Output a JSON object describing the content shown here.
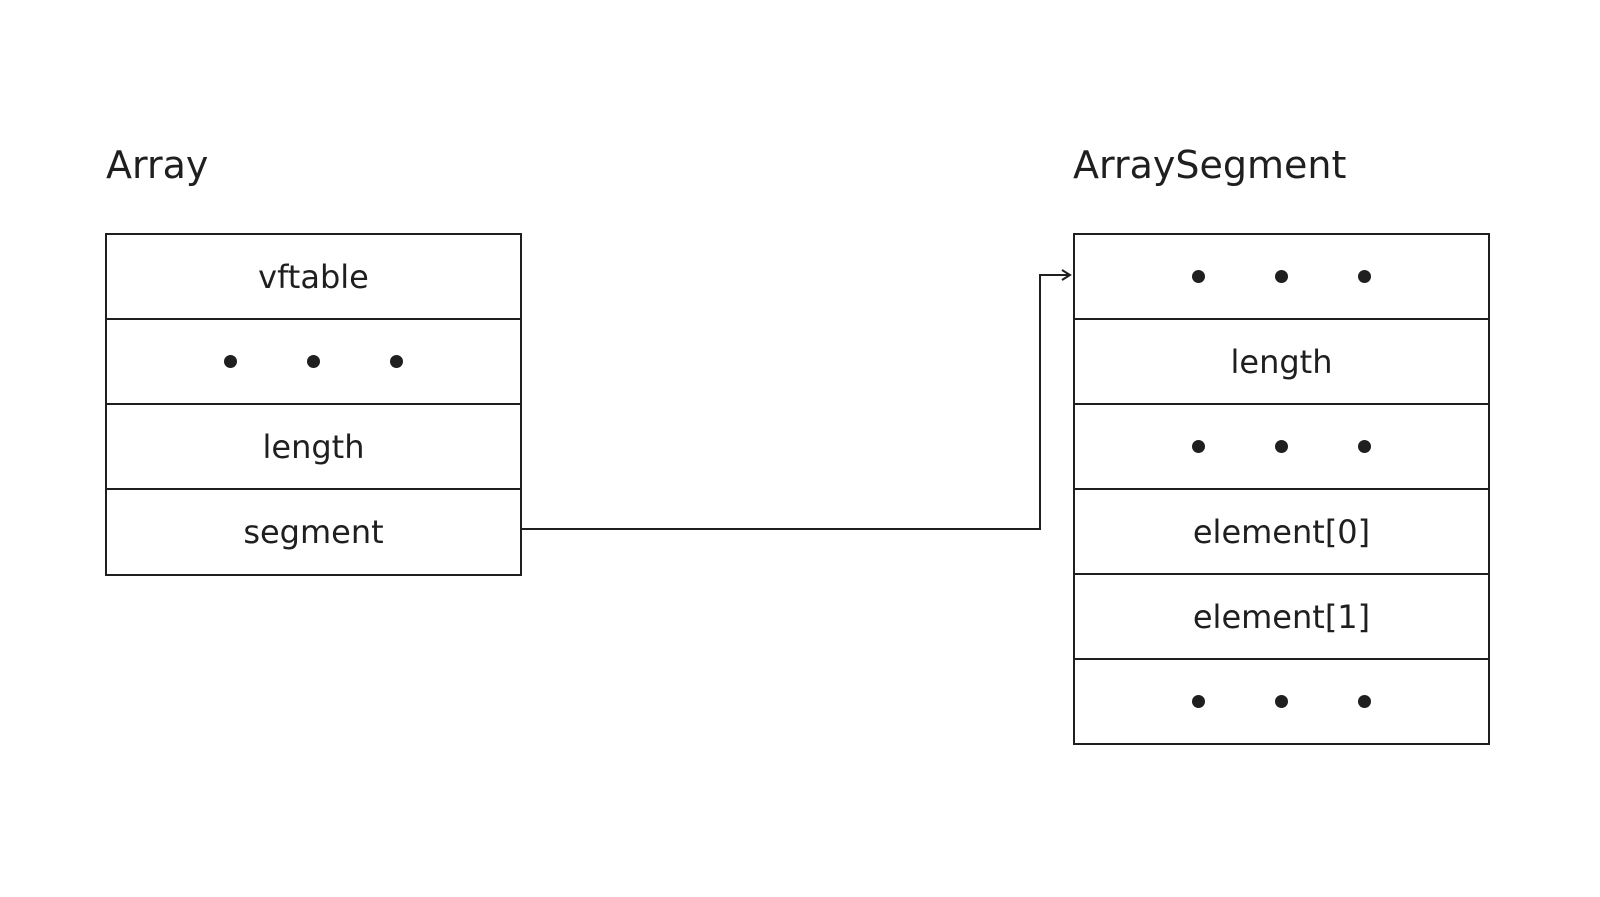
{
  "array": {
    "title": "Array",
    "cells": [
      {
        "type": "text",
        "label": "vftable"
      },
      {
        "type": "dots"
      },
      {
        "type": "text",
        "label": "length"
      },
      {
        "type": "text",
        "label": "segment"
      }
    ]
  },
  "array_segment": {
    "title": "ArraySegment",
    "cells": [
      {
        "type": "dots"
      },
      {
        "type": "text",
        "label": "length"
      },
      {
        "type": "dots"
      },
      {
        "type": "text",
        "label": "element[0]"
      },
      {
        "type": "text",
        "label": "element[1]"
      },
      {
        "type": "dots"
      }
    ]
  },
  "connector": {
    "from": "segment",
    "to": "ArraySegment"
  },
  "colors": {
    "stroke": "#1f1f1f",
    "background": "#ffffff"
  }
}
